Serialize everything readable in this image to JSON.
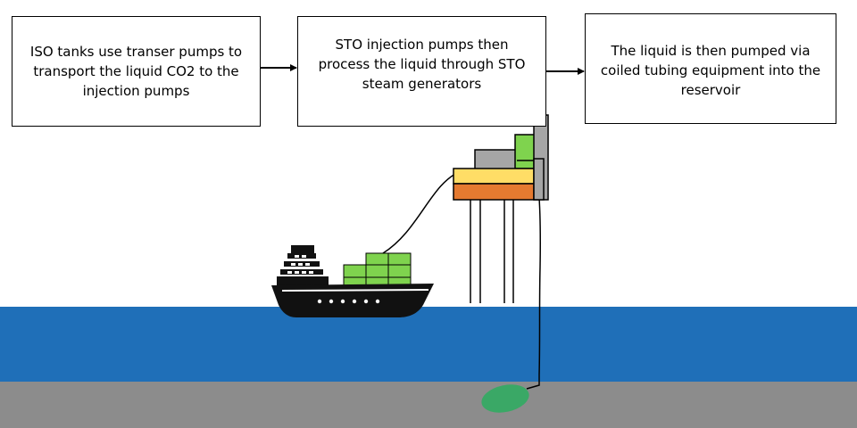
{
  "steps": [
    {
      "id": "transfer",
      "text": "ISO tanks use transer pumps to transport the liquid CO2 to the injection pumps"
    },
    {
      "id": "sto",
      "text": "STO injection pumps then process the liquid through STO steam generators"
    },
    {
      "id": "injection",
      "text": "The liquid is then pumped via coiled tubing equipment into the reservoir"
    }
  ],
  "colors": {
    "sea": "#1f6fb8",
    "seabed": "#8c8c8c",
    "reservoir": "#3aa866",
    "container": "#7fd34e",
    "deck_top": "#ffdd66",
    "deck_bottom": "#e57a30",
    "module": "#a6a6a6",
    "ship": "#111111"
  }
}
